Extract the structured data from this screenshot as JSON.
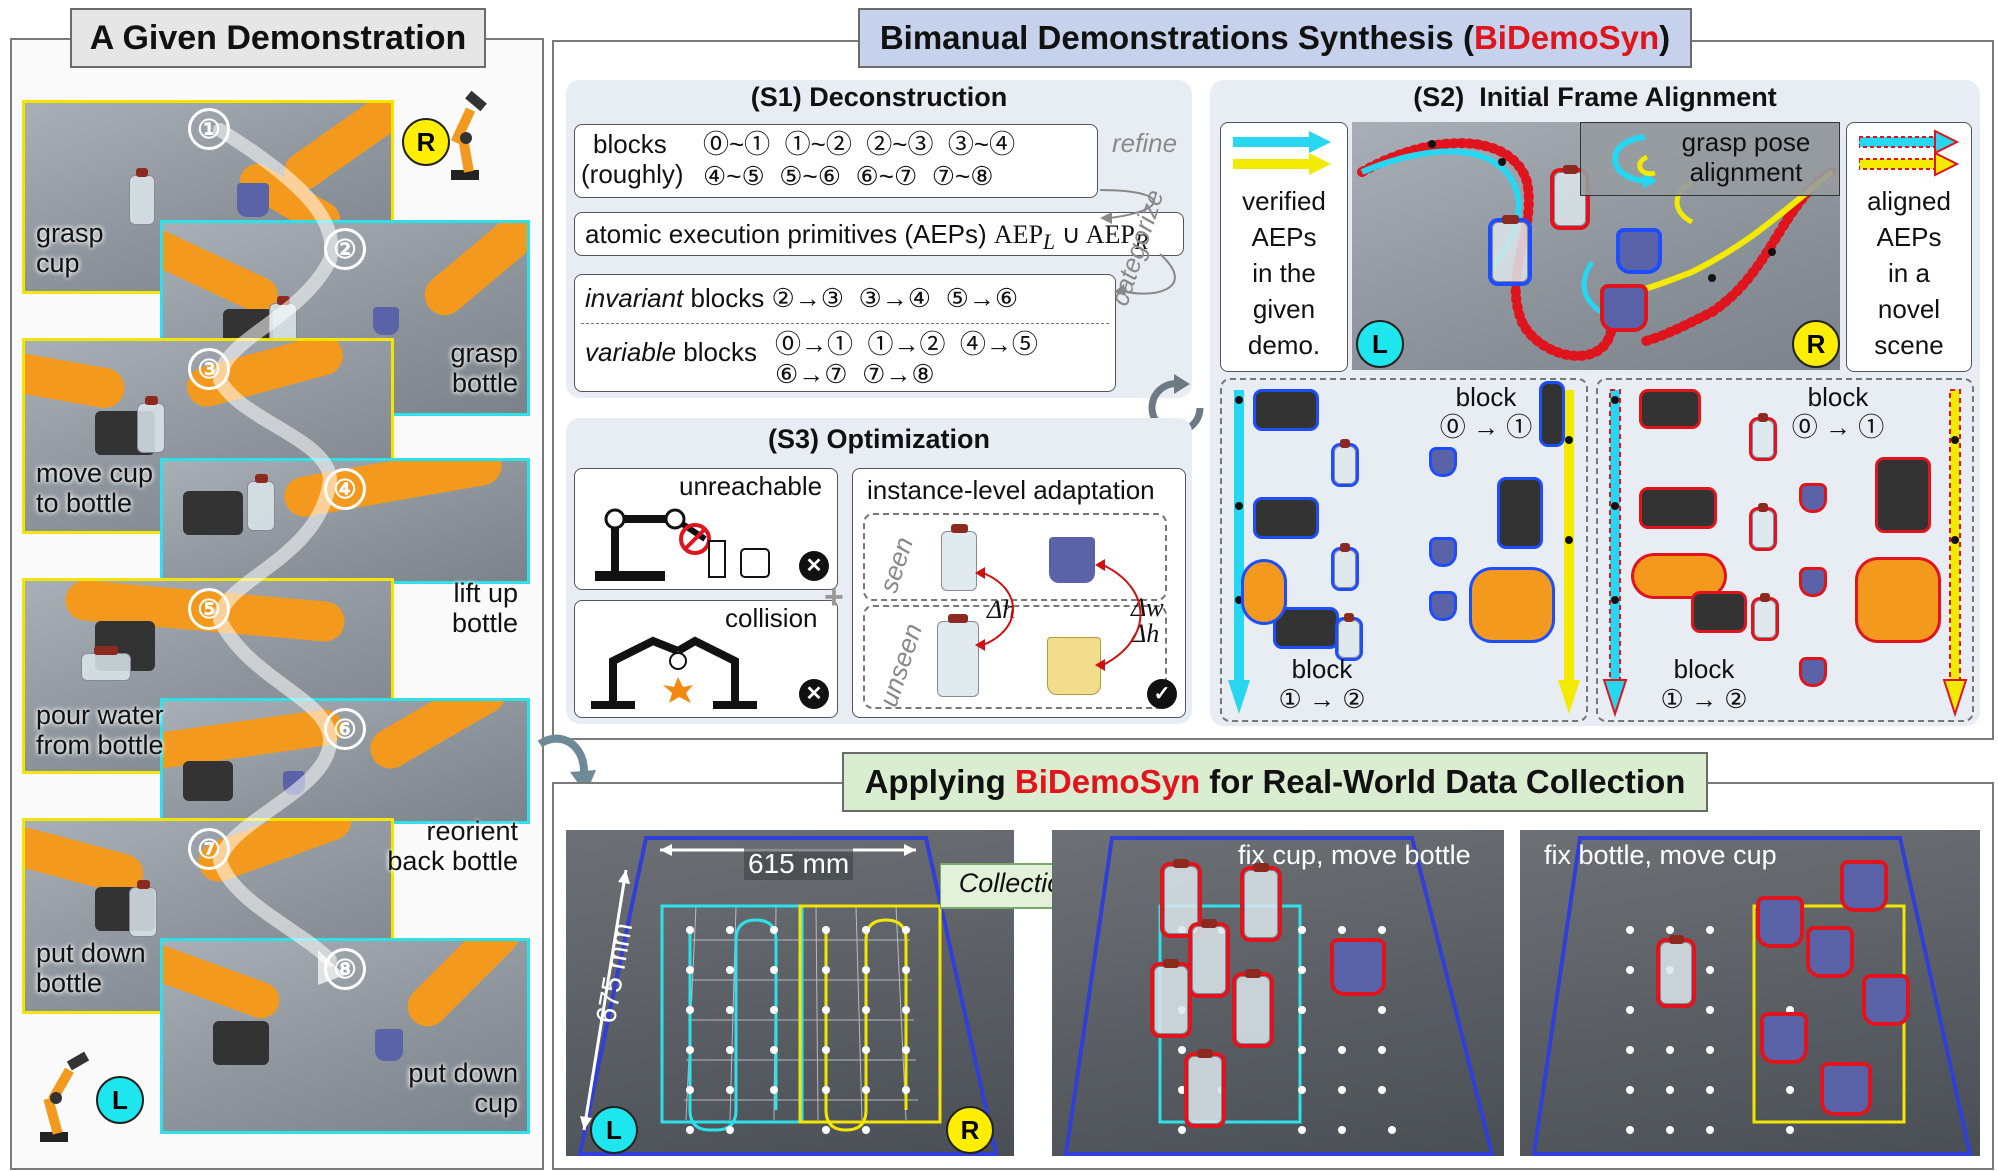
{
  "left": {
    "title": "A Given Demonstration",
    "steps": [
      {
        "num": "①",
        "label": "grasp\ncup"
      },
      {
        "num": "②",
        "label": "grasp\nbottle"
      },
      {
        "num": "③",
        "label": "move cup\nto bottle"
      },
      {
        "num": "④",
        "label": "lift up\nbottle"
      },
      {
        "num": "⑤",
        "label": "pour water\nfrom bottle"
      },
      {
        "num": "⑥",
        "label": "reorient\nback bottle"
      },
      {
        "num": "⑦",
        "label": "put down\nbottle"
      },
      {
        "num": "⑧",
        "label": "put down\ncup"
      }
    ],
    "badge_r": "R",
    "badge_l": "L"
  },
  "main": {
    "title_prefix": "Bimanual Demonstrations Synthesis (",
    "title_highlight": "BiDemoSyn",
    "title_suffix": ")"
  },
  "s1": {
    "title": "(S1) Deconstruction",
    "blocks_label_1": "blocks",
    "blocks_label_2": "(roughly)",
    "blocks_row1": "⓪~①  ①~②  ②~③  ③~④",
    "blocks_row2": "④~⑤  ⑤~⑥  ⑥~⑦  ⑦~⑧",
    "refine": "refine",
    "aep_text": "atomic execution primitives (AEPs) ",
    "aep_formula": "AEP",
    "aep_sub_l": "L",
    "aep_union": " ∪ AEP",
    "aep_sub_r": "R",
    "invariant_label": "invariant",
    "invariant_rest": " blocks ",
    "invariant_items": "②→③  ③→④  ⑤→⑥",
    "variable_label": "variable",
    "variable_rest": " blocks ",
    "variable_row1": "⓪→①  ①→②  ④→⑤",
    "variable_row2": "⑥→⑦  ⑦→⑧",
    "categorize": "categorize"
  },
  "s2": {
    "title": "(S2)  Initial Frame Alignment",
    "verified": "verified\nAEPs\nin the\ngiven\ndemo.",
    "aligned": "aligned\nAEPs\nin a\nnovel\nscene",
    "grasp_pose": "grasp pose\nalignment",
    "badge_l": "L",
    "badge_r": "R",
    "block_a_top": "block",
    "block_a_top2": "⓪ → ①",
    "block_a_bot": "block",
    "block_a_bot2": "① → ②",
    "block_b_top": "block",
    "block_b_top2": "⓪ → ①",
    "block_b_bot": "block",
    "block_b_bot2": "① → ②"
  },
  "s3": {
    "title": "(S3) Optimization",
    "unreachable": "unreachable",
    "collision": "collision",
    "instance": "instance-level adaptation",
    "seen": "seen",
    "unseen": "unseen",
    "dh": "Δh",
    "dw": "Δw",
    "dh2": "Δh"
  },
  "bottom": {
    "title_prefix": "Applying ",
    "title_highlight": "BiDemoSyn",
    "title_suffix": " for Real-World Data Collection",
    "width_label": "615 mm",
    "height_label": "675 mm",
    "collection": "Collection",
    "fix_cup": "fix cup, move bottle",
    "fix_bottle": "fix bottle, move cup",
    "badge_l": "L",
    "badge_r": "R"
  },
  "colors": {
    "accent_red": "#e0141c",
    "cyan": "#2ee0e8",
    "yellow": "#f2e600",
    "title_blue_bg": "#c6d2ec",
    "title_green_bg": "#dbedd0",
    "title_gray_bg": "#e6e6e6"
  }
}
